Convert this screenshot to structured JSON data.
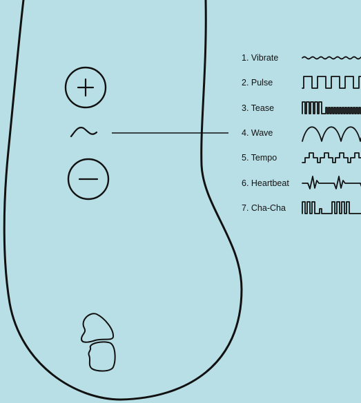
{
  "colors": {
    "background": "#b9dfe6",
    "stroke": "#111111"
  },
  "device": {
    "plus_button_icon": "plus-icon",
    "mode_button_icon": "wave-glyph-icon",
    "minus_button_icon": "minus-icon",
    "power_button_icon": "power-bean-icon"
  },
  "modes": [
    {
      "label": "1. Vibrate",
      "pattern_icon": "vibrate-pattern-icon"
    },
    {
      "label": "2. Pulse",
      "pattern_icon": "pulse-pattern-icon"
    },
    {
      "label": "3. Tease",
      "pattern_icon": "tease-pattern-icon"
    },
    {
      "label": "4. Wave",
      "pattern_icon": "wave-pattern-icon"
    },
    {
      "label": "5. Tempo",
      "pattern_icon": "tempo-pattern-icon"
    },
    {
      "label": "6. Heartbeat",
      "pattern_icon": "heartbeat-pattern-icon"
    },
    {
      "label": "7. Cha-Cha",
      "pattern_icon": "cha-cha-pattern-icon"
    }
  ]
}
